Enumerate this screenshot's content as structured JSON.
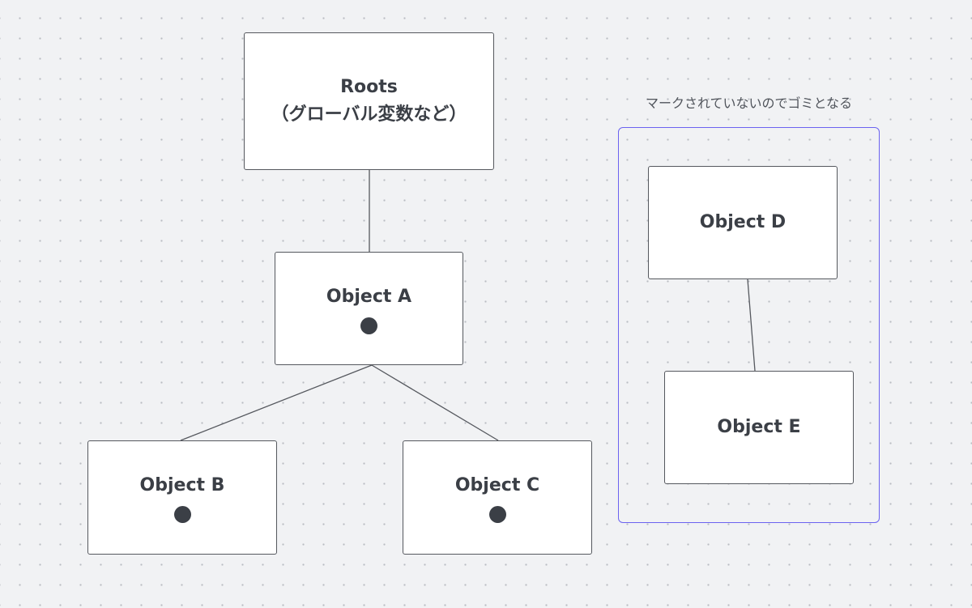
{
  "diagram": {
    "nodes": [
      {
        "id": "roots",
        "label": "Roots",
        "sublabel": "（グローバル変数など）",
        "marked": false
      },
      {
        "id": "a",
        "label": "Object A",
        "marked": true
      },
      {
        "id": "b",
        "label": "Object B",
        "marked": true
      },
      {
        "id": "c",
        "label": "Object C",
        "marked": true
      },
      {
        "id": "d",
        "label": "Object D",
        "marked": false
      },
      {
        "id": "e",
        "label": "Object E",
        "marked": false
      }
    ],
    "edges": [
      {
        "from": "roots",
        "to": "a"
      },
      {
        "from": "a",
        "to": "b"
      },
      {
        "from": "a",
        "to": "c"
      },
      {
        "from": "d",
        "to": "e"
      }
    ],
    "garbage_group": {
      "caption": "マークされていないのでゴミとなる",
      "members": [
        "d",
        "e"
      ]
    }
  },
  "colors": {
    "background": "#f1f2f4",
    "node_border": "#55585e",
    "text": "#3b3f46",
    "edge": "#55585e",
    "group_border": "#6b63f0",
    "mark_dot": "#3b3f46"
  },
  "icons": {
    "mark": "filled-circle-icon"
  }
}
